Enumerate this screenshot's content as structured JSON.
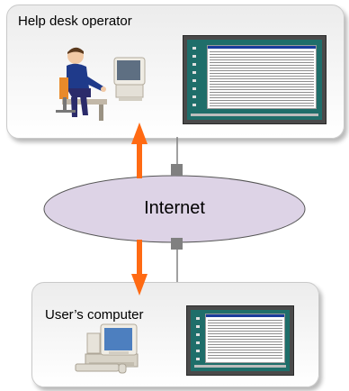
{
  "operator_panel": {
    "title": "Help desk operator",
    "icons": [
      "person-at-computer-icon",
      "screen-screenshot"
    ]
  },
  "network": {
    "label": "Internet"
  },
  "user_panel": {
    "title": "User’s computer",
    "icons": [
      "desktop-computer-icon",
      "screen-screenshot"
    ]
  },
  "colors": {
    "arrow": "#ff6a13",
    "ellipse_fill": "#ddd3e6",
    "connector": "#808080",
    "panel_border": "#c9c9c9"
  }
}
